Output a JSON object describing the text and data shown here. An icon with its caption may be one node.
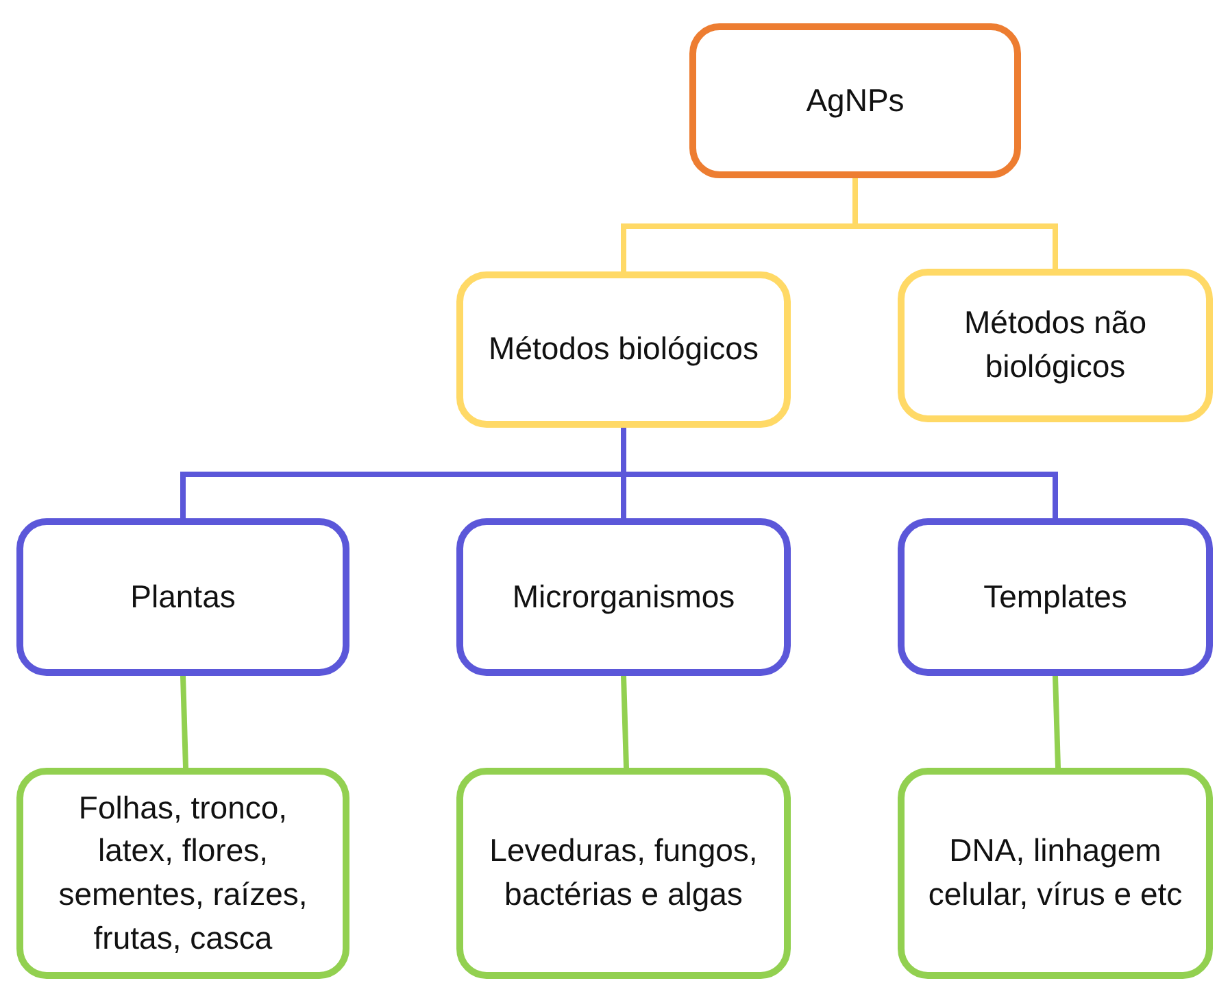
{
  "diagram": {
    "nodes": [
      {
        "text": [
          "AgNPs"
        ]
      },
      {
        "text": [
          "Métodos biológicos"
        ]
      },
      {
        "text": [
          "Métodos não biológicos"
        ]
      },
      {
        "text": [
          "Plantas"
        ]
      },
      {
        "text": [
          "Microrganismos"
        ]
      },
      {
        "text": [
          "Templates"
        ]
      },
      {
        "text": [
          "Folhas, tronco, latex, flores, sementes, raízes, frutas, casca"
        ]
      },
      {
        "text": [
          "Leveduras, fungos, bactérias e algas"
        ]
      },
      {
        "text": [
          "DNA, linhagem celular, vírus e etc"
        ]
      }
    ],
    "edges": [
      {
        "from": 0,
        "to": 1,
        "arrow": "none",
        "color": "#ffd966"
      },
      {
        "from": 0,
        "to": 2,
        "arrow": "none",
        "color": "#ffd966"
      },
      {
        "from": 1,
        "to": 3,
        "arrow": "none",
        "color": "#5b57d9"
      },
      {
        "from": 1,
        "to": 4,
        "arrow": "none",
        "color": "#5b57d9"
      },
      {
        "from": 1,
        "to": 5,
        "arrow": "none",
        "color": "#5b57d9"
      },
      {
        "from": 3,
        "to": 6,
        "arrow": "none",
        "color": "#92d050"
      },
      {
        "from": 4,
        "to": 7,
        "arrow": "none",
        "color": "#92d050"
      },
      {
        "from": 5,
        "to": 8,
        "arrow": "none",
        "color": "#92d050"
      }
    ]
  }
}
